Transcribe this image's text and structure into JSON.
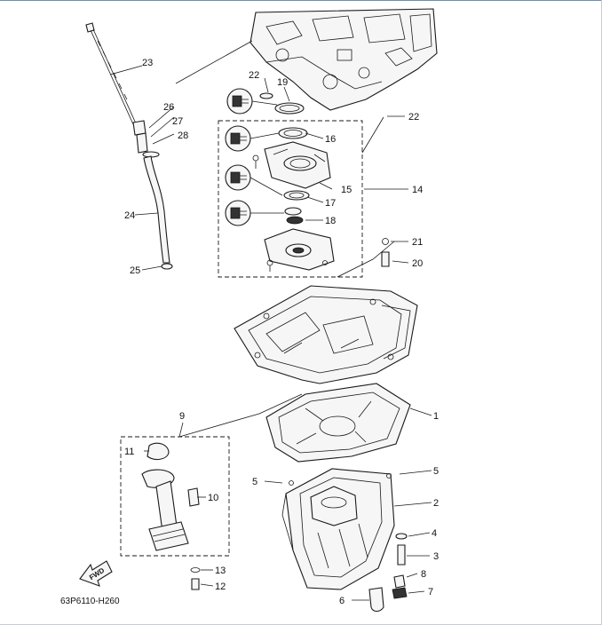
{
  "diagram": {
    "code": "63P6110-H260",
    "fwd_label": "FWD",
    "callouts": [
      {
        "id": "c1",
        "text": "1"
      },
      {
        "id": "c2",
        "text": "2"
      },
      {
        "id": "c3",
        "text": "3"
      },
      {
        "id": "c4",
        "text": "4"
      },
      {
        "id": "c5a",
        "text": "5"
      },
      {
        "id": "c5b",
        "text": "5"
      },
      {
        "id": "c6",
        "text": "6"
      },
      {
        "id": "c7",
        "text": "7"
      },
      {
        "id": "c8",
        "text": "8"
      },
      {
        "id": "c9",
        "text": "9"
      },
      {
        "id": "c10",
        "text": "10"
      },
      {
        "id": "c11",
        "text": "11"
      },
      {
        "id": "c12",
        "text": "12"
      },
      {
        "id": "c13",
        "text": "13"
      },
      {
        "id": "c14",
        "text": "14"
      },
      {
        "id": "c15",
        "text": "15"
      },
      {
        "id": "c16",
        "text": "16"
      },
      {
        "id": "c17",
        "text": "17"
      },
      {
        "id": "c18",
        "text": "18"
      },
      {
        "id": "c19",
        "text": "19"
      },
      {
        "id": "c20",
        "text": "20"
      },
      {
        "id": "c21",
        "text": "21"
      },
      {
        "id": "c22a",
        "text": "22"
      },
      {
        "id": "c22b",
        "text": "22"
      },
      {
        "id": "c23",
        "text": "23"
      },
      {
        "id": "c24",
        "text": "24"
      },
      {
        "id": "c25",
        "text": "25"
      },
      {
        "id": "c26",
        "text": "26"
      },
      {
        "id": "c27",
        "text": "27"
      },
      {
        "id": "c28",
        "text": "28"
      }
    ]
  }
}
